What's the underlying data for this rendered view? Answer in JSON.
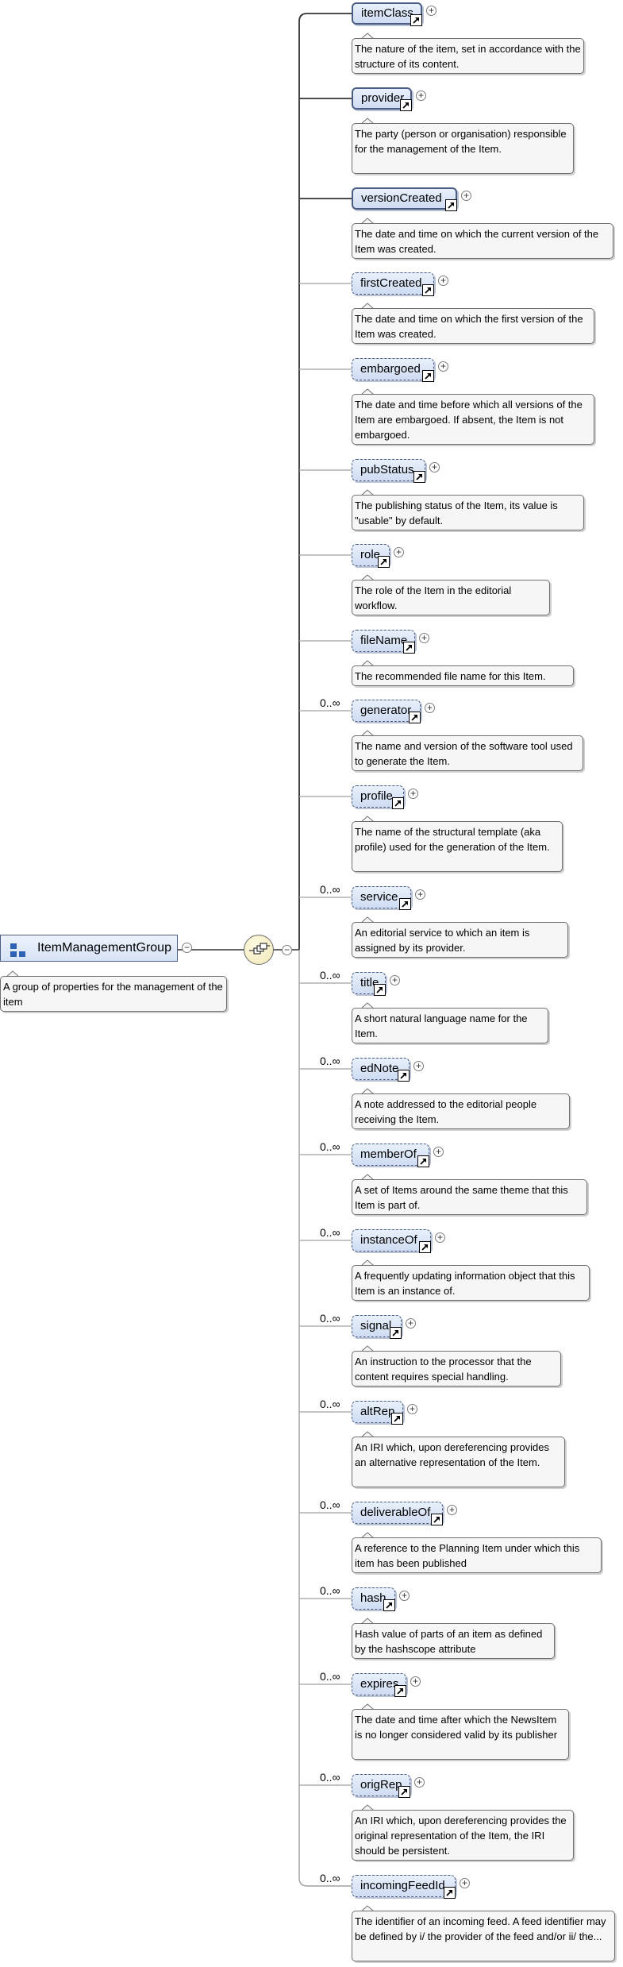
{
  "group": {
    "name": "ItemManagementGroup",
    "doc": "A group of properties for the management of the item"
  },
  "icons": {
    "group": "group-icon",
    "sequence": "sequence-compositor-icon",
    "reference": "reference-arrow-icon",
    "expand": "plus-icon",
    "collapse": "minus-icon"
  },
  "colors": {
    "element_fill": "#d6e2f5",
    "element_border": "#4b5d82",
    "doc_fill": "#f6f6f6",
    "connector": "#8c8c8c",
    "sequence_fill": "#efe6b8"
  },
  "elements": [
    {
      "name": "itemClass",
      "card": "",
      "doc": "The nature of the item, set in accordance with the structure of its content."
    },
    {
      "name": "provider",
      "card": "",
      "doc": "The party (person or organisation) responsible for the management of the Item."
    },
    {
      "name": "versionCreated",
      "card": "",
      "doc": "The date and time on which the current version of the Item was created."
    },
    {
      "name": "firstCreated",
      "card": "",
      "doc": "The date and time on which the first version of the Item was created."
    },
    {
      "name": "embargoed",
      "card": "",
      "doc": "The date and time before which all versions of the Item are embargoed. If absent, the Item is not embargoed."
    },
    {
      "name": "pubStatus",
      "card": "",
      "doc": "The publishing status of the Item, its value is \"usable\" by default."
    },
    {
      "name": "role",
      "card": "",
      "doc": "The role of the Item in the editorial workflow."
    },
    {
      "name": "fileName",
      "card": "",
      "doc": "The recommended file name for this Item."
    },
    {
      "name": "generator",
      "card": "0..∞",
      "doc": "The name and version of the software tool used to generate the Item."
    },
    {
      "name": "profile",
      "card": "",
      "doc": "The name of the structural template (aka profile) used for the generation of the Item."
    },
    {
      "name": "service",
      "card": "0..∞",
      "doc": "An editorial service to which an item is assigned by its provider."
    },
    {
      "name": "title",
      "card": "0..∞",
      "doc": "A short natural language name for the Item."
    },
    {
      "name": "edNote",
      "card": "0..∞",
      "doc": "A note addressed to the editorial people receiving the Item."
    },
    {
      "name": "memberOf",
      "card": "0..∞",
      "doc": "A set of Items around the same theme that this Item is part of."
    },
    {
      "name": "instanceOf",
      "card": "0..∞",
      "doc": "A frequently updating information object that this Item is an instance of."
    },
    {
      "name": "signal",
      "card": "0..∞",
      "doc": "An instruction to the processor that the content requires special handling."
    },
    {
      "name": "altRep",
      "card": "0..∞",
      "doc": "An IRI which, upon dereferencing provides an alternative representation of the Item."
    },
    {
      "name": "deliverableOf",
      "card": "0..∞",
      "doc": "A reference to the Planning Item under which this item has been published"
    },
    {
      "name": "hash",
      "card": "0..∞",
      "doc": "Hash value of parts of an item as defined by the hashscope attribute"
    },
    {
      "name": "expires",
      "card": "0..∞",
      "doc": "The date and time after which the NewsItem is no longer considered valid by its publisher"
    },
    {
      "name": "origRep",
      "card": "0..∞",
      "doc": "An IRI which, upon dereferencing provides the original representation of the Item, the IRI should be persistent."
    },
    {
      "name": "incomingFeedId",
      "card": "0..∞",
      "doc": "The identifier of an incoming feed. A feed identifier may be defined by i/ the provider of the feed and/or ii/ the..."
    }
  ]
}
